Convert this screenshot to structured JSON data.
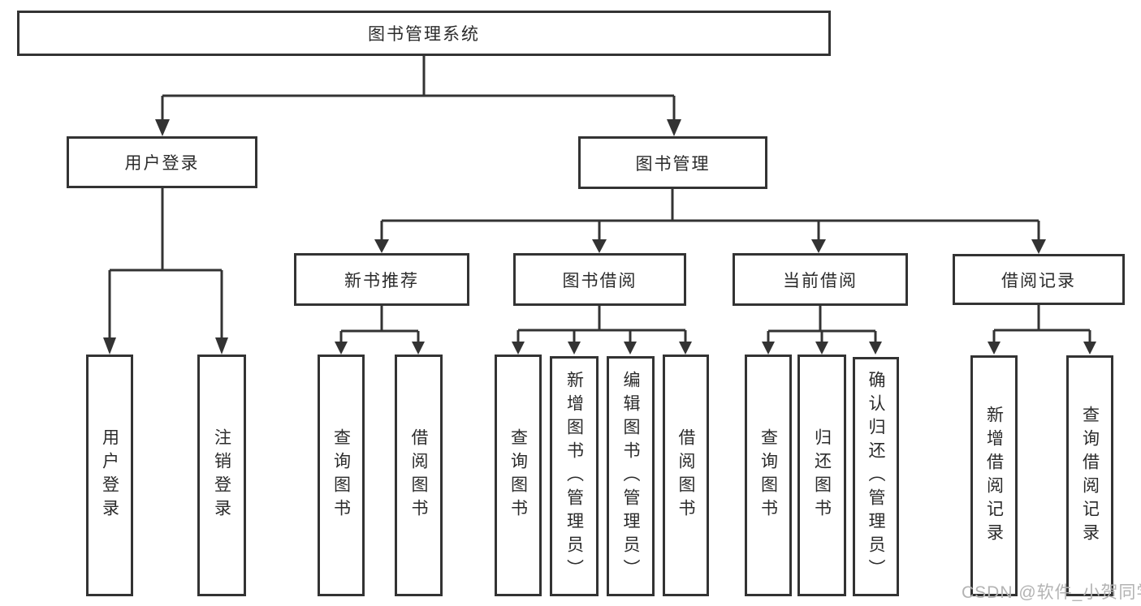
{
  "colors": {
    "line": "#333333",
    "box_background": "#ffffff",
    "text": "#2b2b2b",
    "watermark": "#b3b3b3"
  },
  "diagram": {
    "root": "图书管理系统",
    "level2": {
      "user_login": "用户登录",
      "book_management": "图书管理"
    },
    "level3": {
      "new_book_recommend": "新书推荐",
      "book_borrowing": "图书借阅",
      "current_borrowing": "当前借阅",
      "borrowing_records": "借阅记录"
    },
    "leaves": {
      "user_login": [
        "用户登录",
        "注销登录"
      ],
      "new_book_recommend": [
        "查询图书",
        "借阅图书"
      ],
      "book_borrowing": [
        "查询图书",
        "新增图书（管理员）",
        "编辑图书（管理员）",
        "借阅图书"
      ],
      "current_borrowing": [
        "查询图书",
        "归还图书",
        "确认归还（管理员）"
      ],
      "borrowing_records": [
        "新增借阅记录",
        "查询借阅记录"
      ]
    }
  },
  "watermark": "CSDN @软件_小贺同学"
}
